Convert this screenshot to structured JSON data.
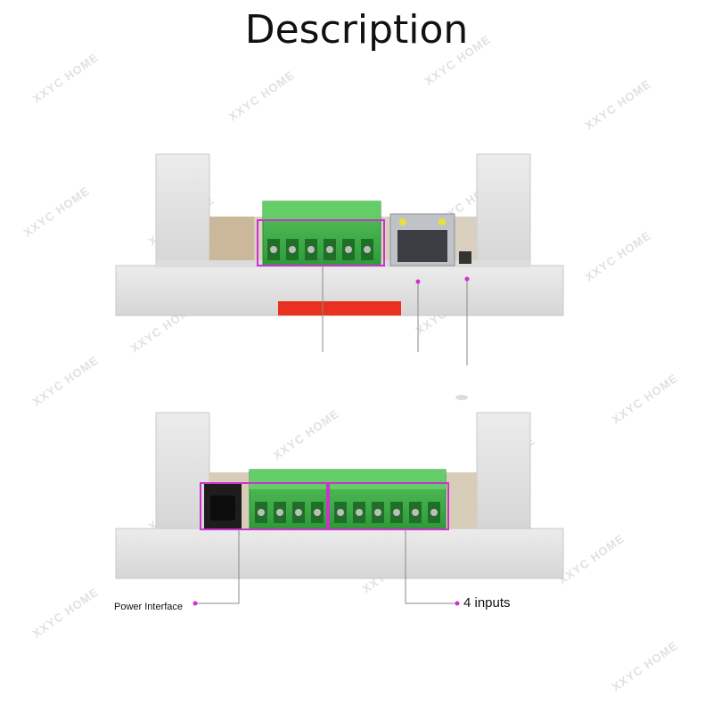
{
  "title": "Description",
  "watermark_text": "XXYC HOME",
  "labels": {
    "power": "Power Interface",
    "inputs": "4 inputs"
  },
  "colors": {
    "accent": "#cc33cc",
    "terminal_green": "#3fb24a",
    "housing": "#e4e4e4",
    "latch_red": "#e8321f"
  }
}
